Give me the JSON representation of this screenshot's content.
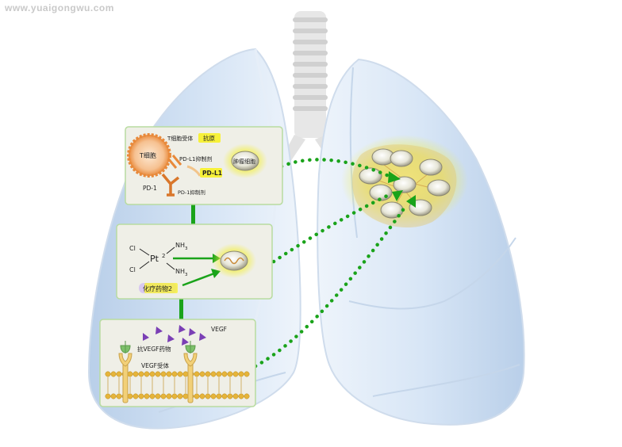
{
  "watermark": "www.yuaigongwu.com",
  "panel1": {
    "t_cell": "T细胞",
    "t_cell_receptor": "T细胞受体",
    "antigen": "抗原",
    "pd1_inhibitor": "PD-L1抑制剂",
    "pd1_label": "PD-1",
    "pd1_blocker": "PD-1抑制剂",
    "pdl1_label": "PD-L1",
    "tumor_cell": "肿瘤细胞"
  },
  "panel2": {
    "cl_top": "Cl",
    "cl_bottom": "Cl",
    "pt": "Pt",
    "pt_sup": "2",
    "nh3_top": "NH",
    "nh3_bottom": "NH",
    "nh_sub": "3",
    "chemo_drug": "化疗药物2"
  },
  "panel3": {
    "vegf": "VEGF",
    "anti_vegf": "抗VEGF药物",
    "vegf_receptor": "VEGF受体"
  },
  "colors": {
    "lung_fill": "#d6e4f5",
    "panel_fill": "#efefe7",
    "panel_border": "#b8dca0",
    "connector_green": "#1aa31a",
    "tcell_orange": "#e8893a",
    "label_yellow": "#f7f13a",
    "vegf_purple": "#7a3fb5",
    "membrane_gold": "#e6b43a"
  },
  "icons": [
    "trachea",
    "left-lung",
    "right-lung",
    "tumor-cluster",
    "t-cell",
    "tumor-cell",
    "vegf-triangle",
    "antibody",
    "cell-membrane"
  ]
}
